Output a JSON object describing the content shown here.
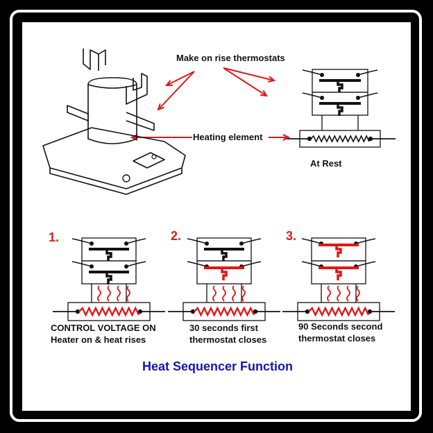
{
  "labels": {
    "thermostats": "Make on rise thermostats",
    "heating_element": "Heating element",
    "at_rest": "At Rest"
  },
  "steps": [
    {
      "number": "1.",
      "caption_line1": "CONTROL VOLTAGE ON",
      "caption_line2": "Heater on & heat rises",
      "thermostat1_closed": false,
      "thermostat2_closed": false
    },
    {
      "number": "2.",
      "caption_line1": "30 seconds first",
      "caption_line2": "thermostat closes",
      "thermostat1_closed": false,
      "thermostat2_closed": true
    },
    {
      "number": "3.",
      "caption_line1": "90 Seconds second",
      "caption_line2": "thermostat closes",
      "thermostat1_closed": true,
      "thermostat2_closed": true
    }
  ],
  "title": "Heat Sequencer Function",
  "colors": {
    "active": "#e01818",
    "inactive": "#111111",
    "title": "#1515b0",
    "step_number": "#d42020"
  }
}
